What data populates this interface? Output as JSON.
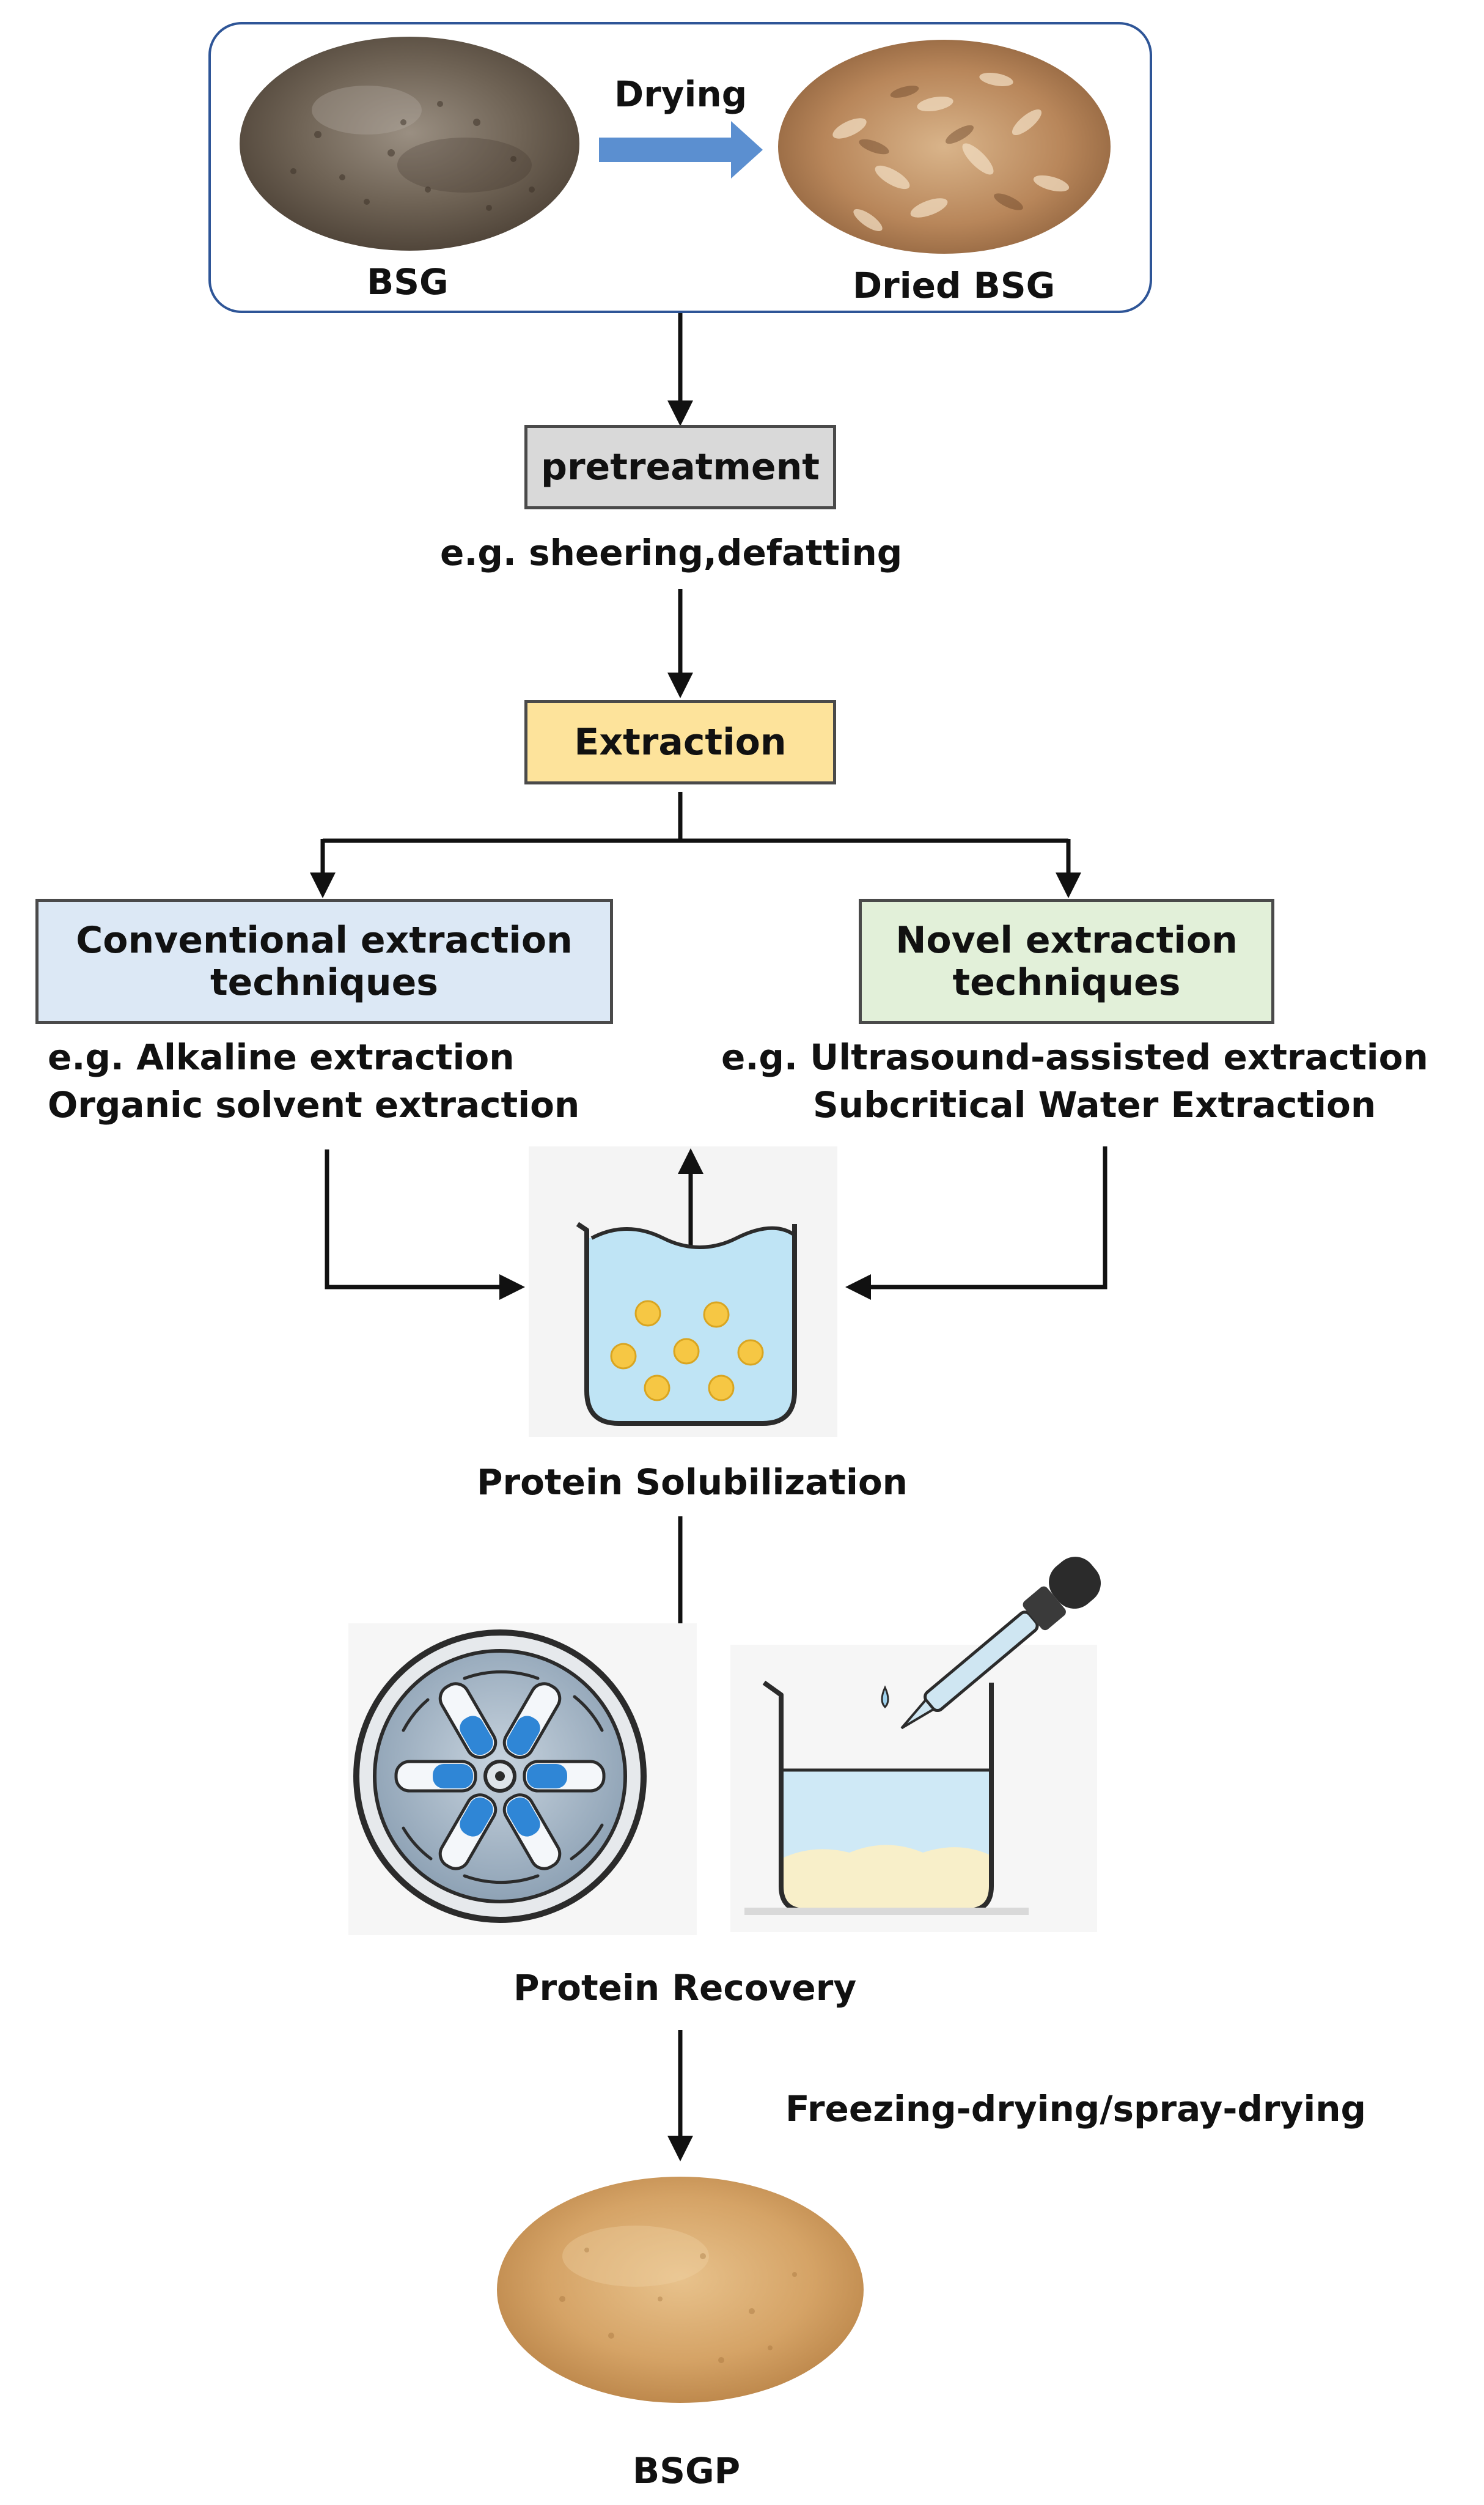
{
  "top_panel": {
    "bsg_label": "BSG",
    "drying_label": "Drying",
    "dried_bsg_label": "Dried BSG"
  },
  "pretreatment": {
    "label": "pretreatment",
    "example": "e.g. sheering,defatting",
    "color": "#d9d9d9"
  },
  "extraction": {
    "label": "Extraction",
    "color": "#fde39b"
  },
  "conventional": {
    "title_line1": "Conventional extraction",
    "title_line2": "techniques",
    "example_line1": "e.g. Alkaline extraction",
    "example_line2": "Organic solvent extraction",
    "color": "#dce8f5"
  },
  "novel": {
    "title_line1": "Novel extraction",
    "title_line2": "techniques",
    "example_line1": "e.g. Ultrasound-assisted extraction",
    "example_line2": "Subcritical Water Extraction",
    "color": "#e2f0d9"
  },
  "solubilization": {
    "label": "Protein Solubilization"
  },
  "recovery": {
    "label": "Protein Recovery"
  },
  "drying_method": {
    "label": "Freezing-drying/spray-drying"
  },
  "product": {
    "label": "BSGP"
  },
  "colors": {
    "panel_border": "#2e5597",
    "drying_arrow": "#5b8fd0",
    "arrow": "#111111",
    "liquid": "#bfe4f5",
    "particle": "#f6c744"
  }
}
